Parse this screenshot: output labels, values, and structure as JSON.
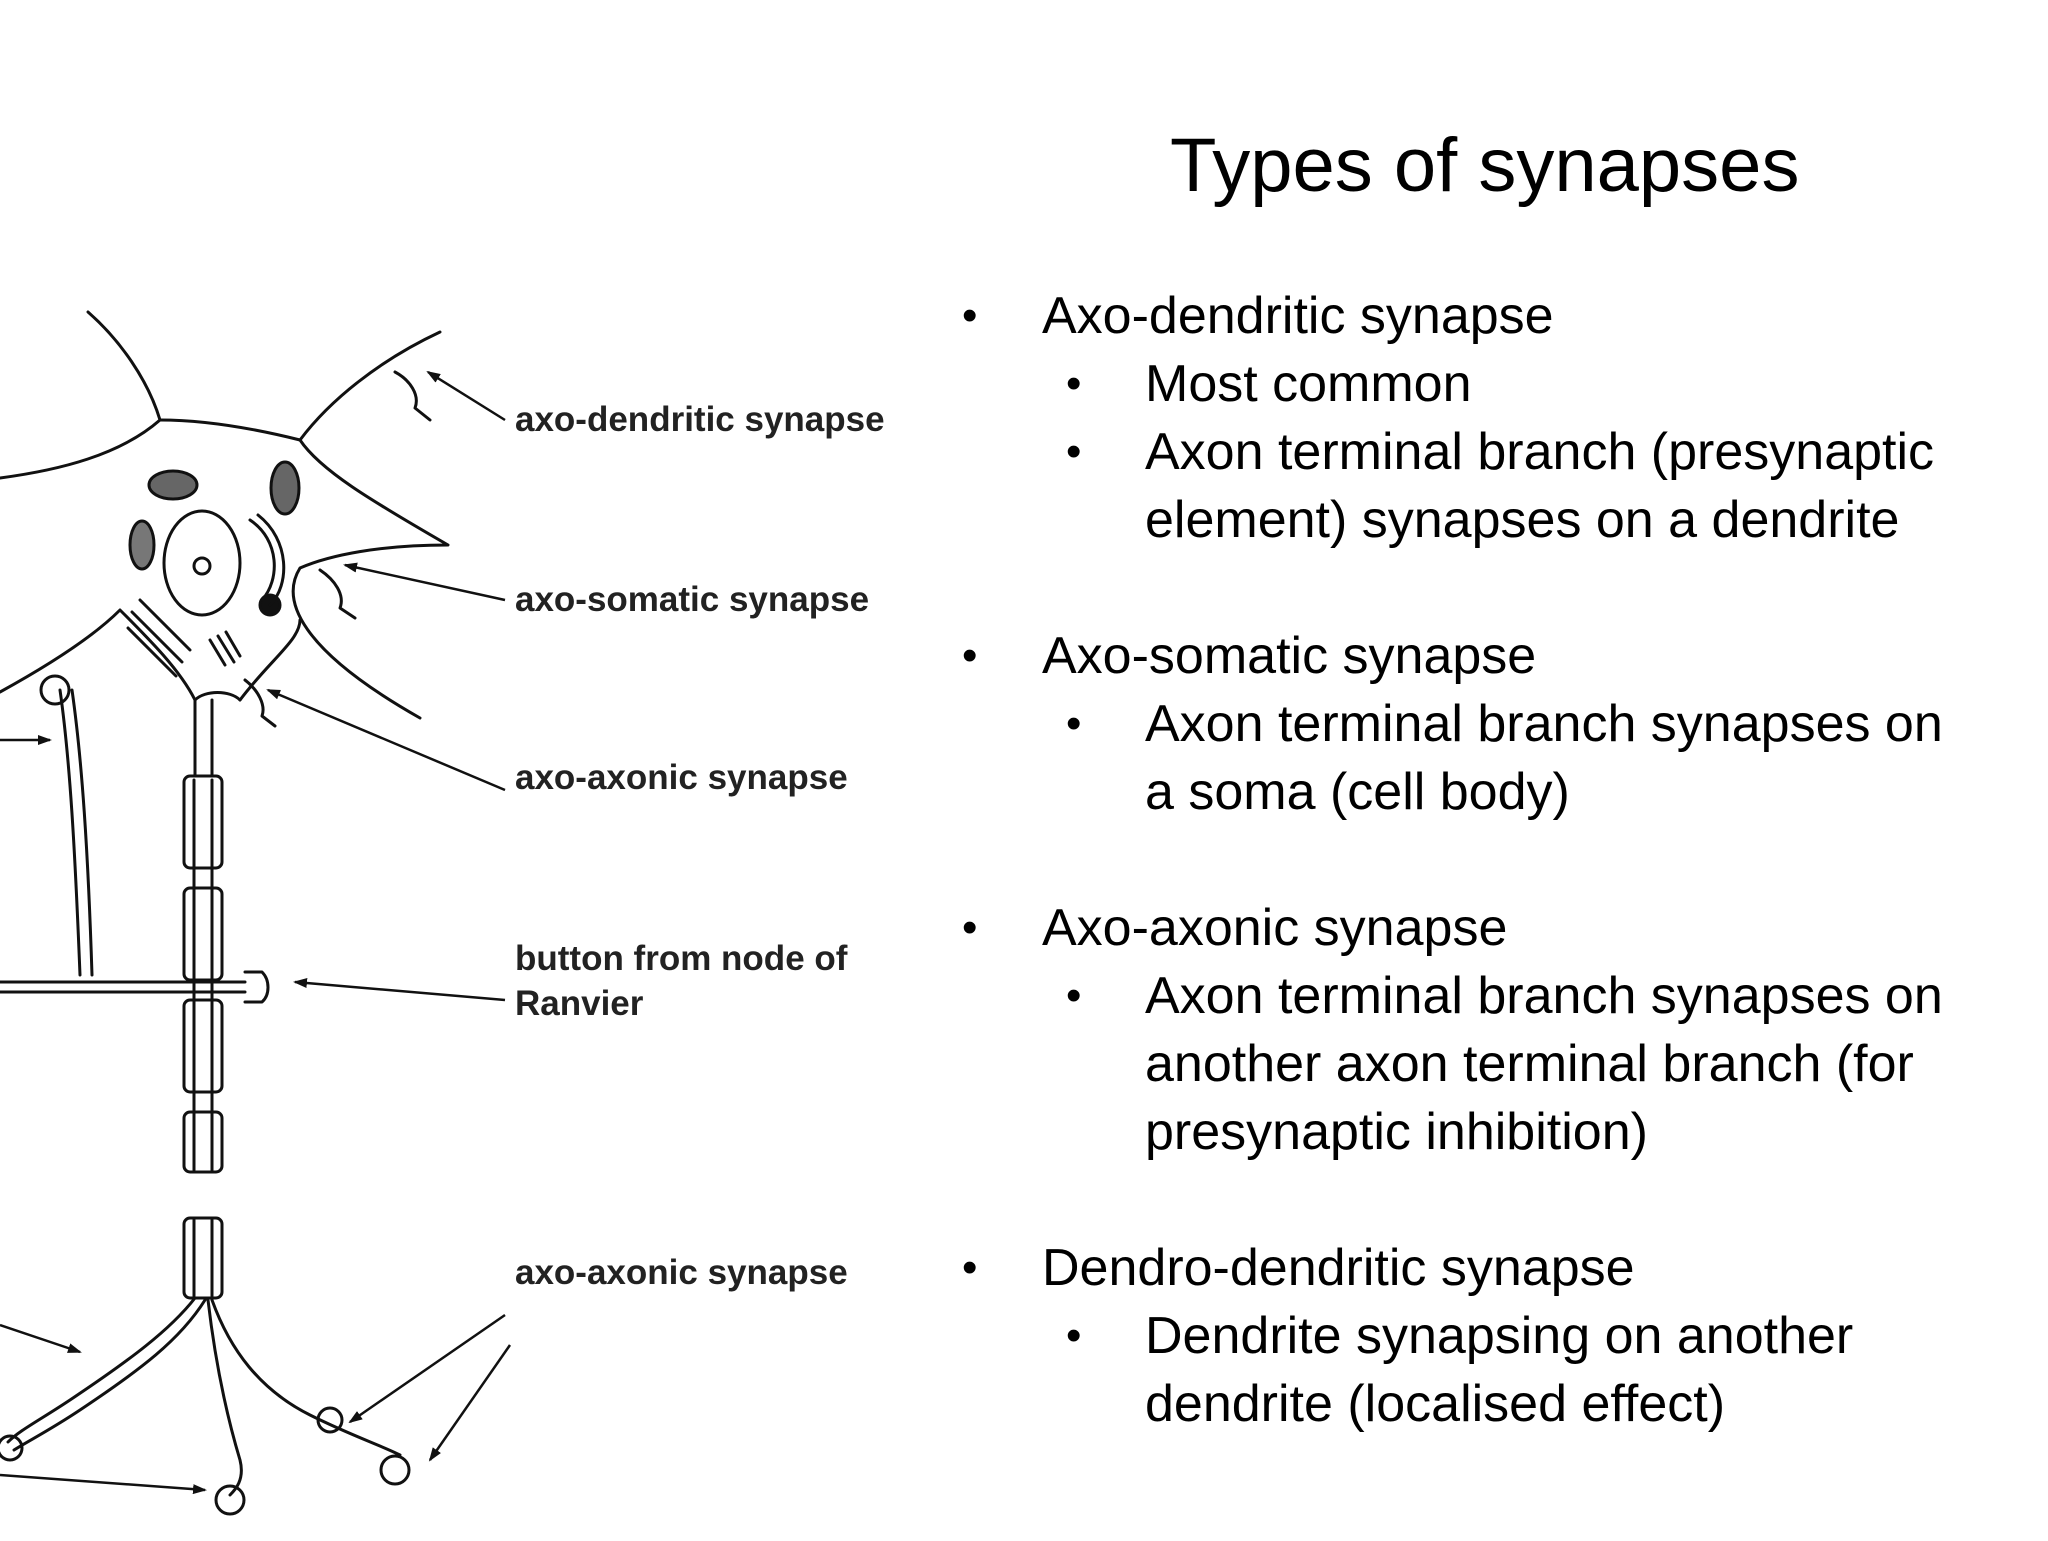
{
  "title": "Types of synapses",
  "diagram": {
    "labels": {
      "axo_dendritic": "axo-dendritic synapse",
      "axo_somatic": "axo-somatic synapse",
      "axo_axonic_top": "axo-axonic synapse",
      "node_button_line1": "button from node of",
      "node_button_line2": "Ranvier",
      "axo_axonic_bottom": "axo-axonic synapse"
    }
  },
  "bullets": [
    {
      "text": "Axo-dendritic synapse",
      "sub": [
        "Most common",
        "Axon terminal branch (presynaptic\nelement) synapses on a dendrite"
      ]
    },
    {
      "text": "Axo-somatic synapse",
      "sub": [
        "Axon terminal branch synapses on\na soma (cell body)"
      ]
    },
    {
      "text": "Axo-axonic synapse",
      "sub": [
        "Axon terminal branch synapses on\nanother axon terminal branch (for\npresynaptic inhibition)"
      ]
    },
    {
      "text": "Dendro-dendritic synapse",
      "sub": [
        "Dendrite synapsing on another\ndendrite (localised effect)"
      ]
    }
  ],
  "bullet_glyph": "•"
}
